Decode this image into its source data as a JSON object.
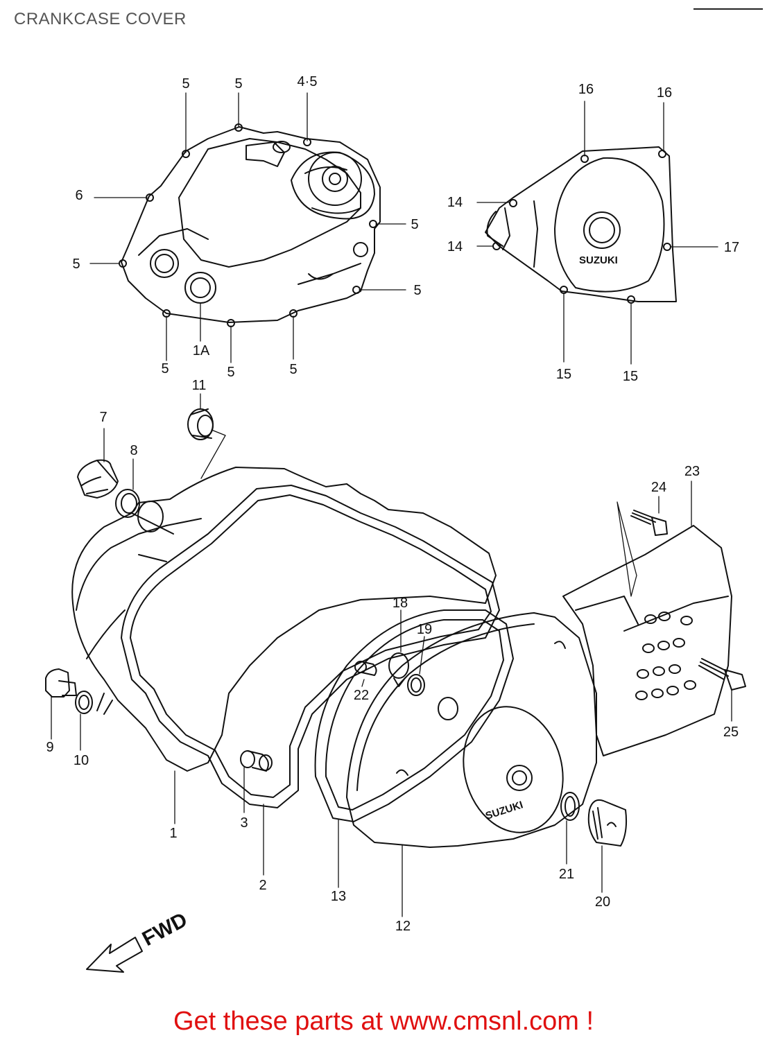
{
  "title": "CRANKCASE COVER",
  "footer": {
    "text": "Get these parts at www.cmsnl.com !"
  },
  "direction": {
    "label": "FWD"
  },
  "brand": {
    "cover_label": "SUZUKI",
    "cover_label_2": "SUZUKI"
  },
  "callouts": {
    "clutch_cover": [
      "5",
      "5",
      "4·5",
      "6",
      "5",
      "5",
      "5",
      "5",
      "1A",
      "5",
      "5"
    ],
    "magneto_cover": [
      "16",
      "16",
      "14",
      "14",
      "17",
      "15",
      "15"
    ],
    "assembly": [
      "11",
      "7",
      "8",
      "23",
      "24",
      "18",
      "19",
      "22",
      "9",
      "10",
      "25",
      "1",
      "3",
      "2",
      "13",
      "12",
      "21",
      "20"
    ]
  },
  "colors": {
    "footer": "#e01010",
    "title": "#555555",
    "line": "#111111"
  }
}
